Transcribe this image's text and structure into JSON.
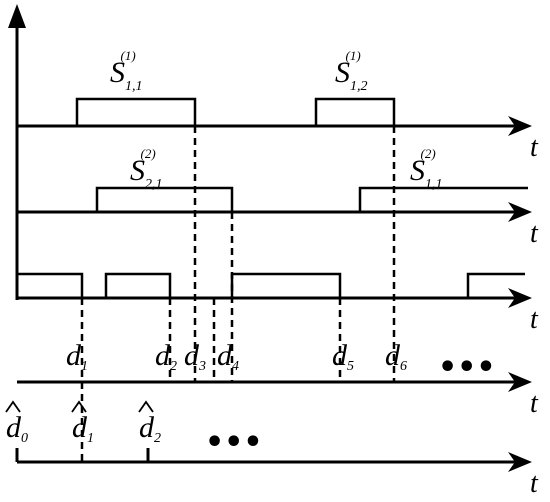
{
  "axis_label": "t",
  "signals": {
    "s11": {
      "base": "S",
      "sub": "1,1",
      "sup": "(1)"
    },
    "s12": {
      "base": "S",
      "sub": "1,2",
      "sup": "(1)"
    },
    "s21": {
      "base": "S",
      "sub": "2,1",
      "sup": "(2)"
    },
    "s11b": {
      "base": "S",
      "sub": "1,1",
      "sup": "(2)"
    }
  },
  "d_marks": [
    {
      "base": "d",
      "sub": "1"
    },
    {
      "base": "d",
      "sub": "2"
    },
    {
      "base": "d",
      "sub": "3"
    },
    {
      "base": "d",
      "sub": "4"
    },
    {
      "base": "d",
      "sub": "5"
    },
    {
      "base": "d",
      "sub": "6"
    }
  ],
  "dhat_marks": [
    {
      "base": "d",
      "sub": "0"
    },
    {
      "base": "d",
      "sub": "1"
    },
    {
      "base": "d",
      "sub": "2"
    }
  ],
  "ellipsis": "•••"
}
